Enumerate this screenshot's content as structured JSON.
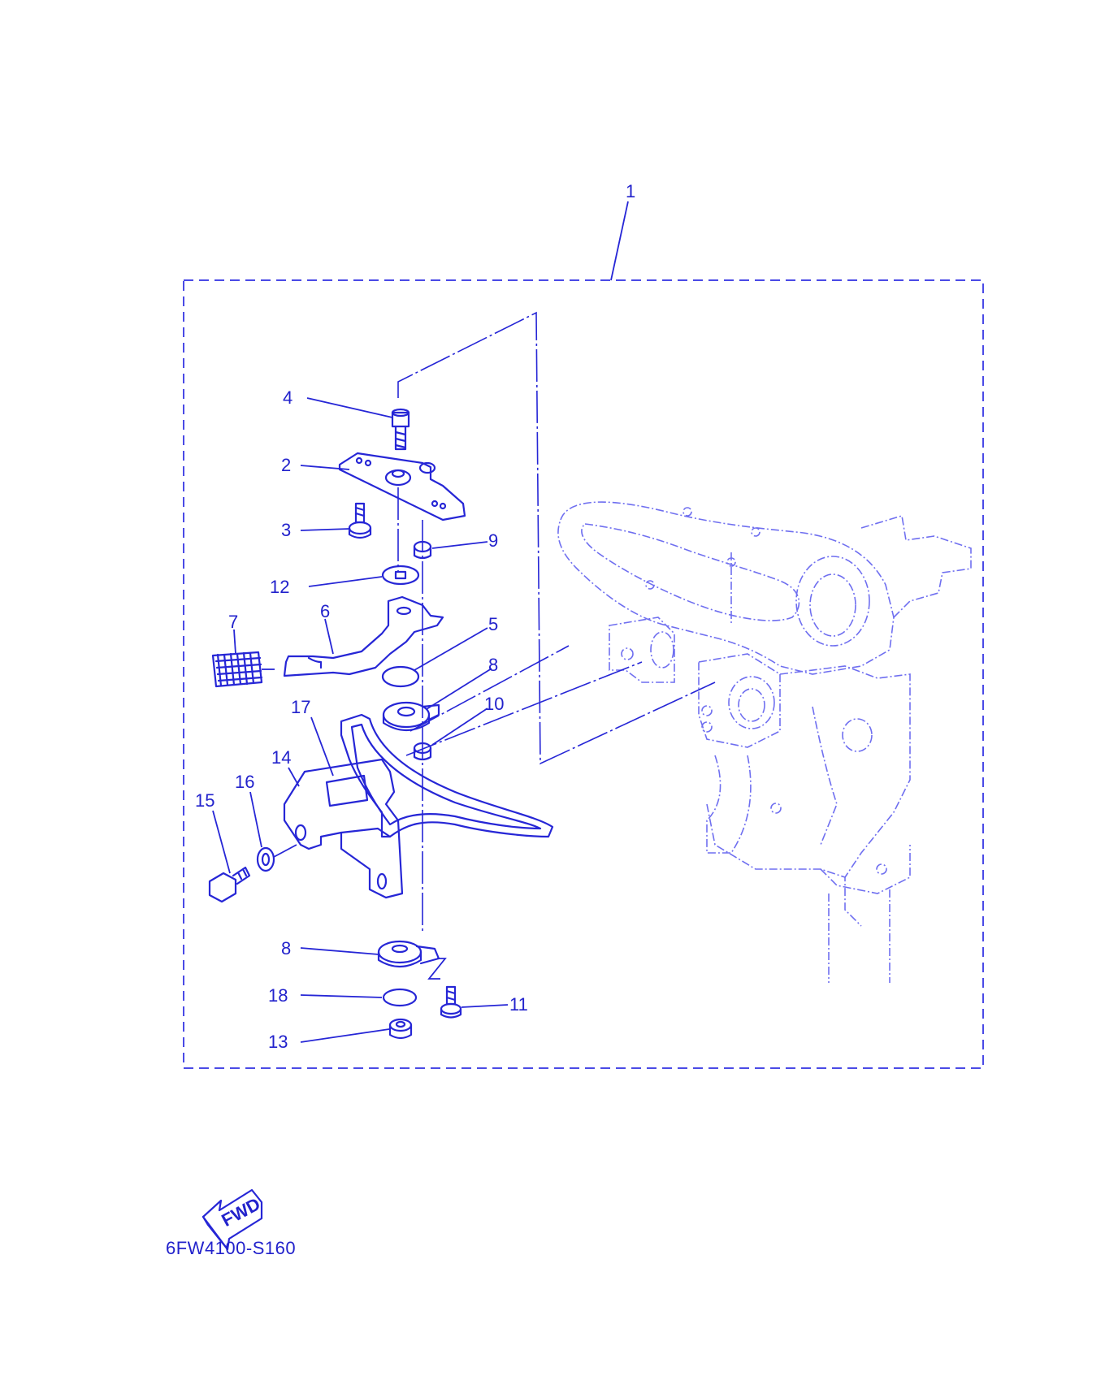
{
  "callouts": [
    "1",
    "2",
    "3",
    "4",
    "5",
    "6",
    "7",
    "8",
    "9",
    "10",
    "11",
    "12",
    "13",
    "14",
    "15",
    "16",
    "17",
    "8",
    "18"
  ],
  "fwd_label": "FWD",
  "diagram_code": "6FW4100-S160",
  "colors": {
    "line": "#2626d6",
    "ghost": "#6f6ff0",
    "text": "#2222cc"
  }
}
